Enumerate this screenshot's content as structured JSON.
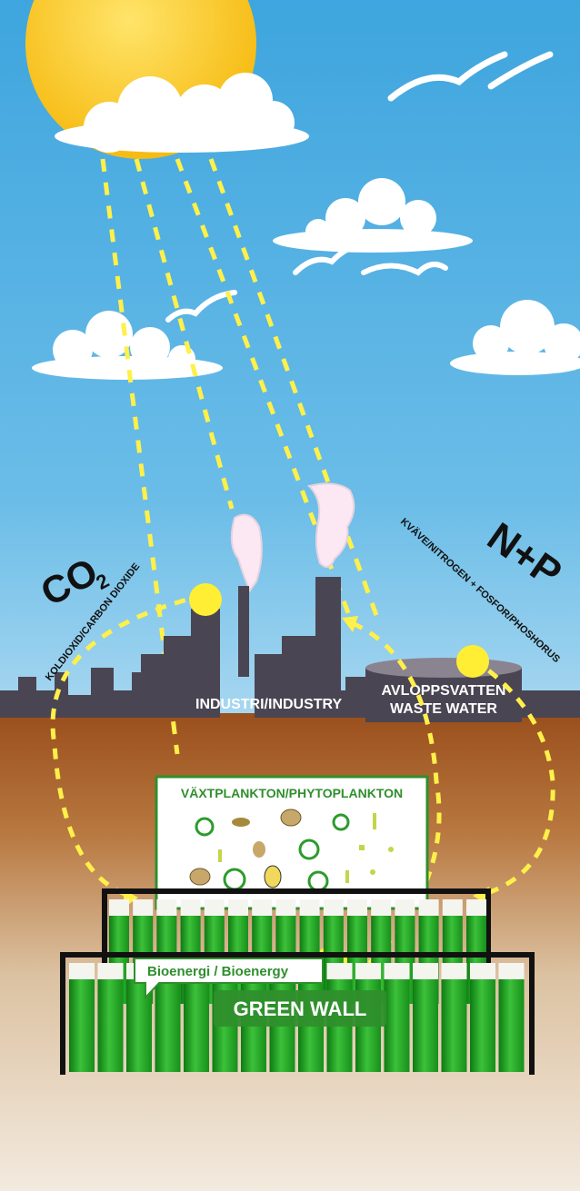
{
  "labels": {
    "co2_main": "CO",
    "co2_sub": "2",
    "co2_caption": "KOLDIOXID/CARBON DIOXIDE",
    "np_main": "N+P",
    "np_caption": "KVÄVE/NITROGEN + FOSFOR/PHOSHORUS",
    "industry": "INDUSTRI/INDUSTRY",
    "wastewater_line1": "AVLOPPSVATTEN",
    "wastewater_line2": "WASTE WATER",
    "phytoplankton": "VÄXTPLANKTON/PHYTOPLANKTON",
    "bioenergy": "Bioenergi / Bioenergy",
    "green_wall": "GREEN WALL"
  },
  "colors": {
    "sky_top": "#3ea5de",
    "sky_bottom": "#a8d7f0",
    "sun": "#f7c41b",
    "ground_top": "#a0521e",
    "ground_bottom": "#efe2d2",
    "city": "#4a4552",
    "arrow": "#fff04a",
    "dot": "#ffee33",
    "tube_green": "#22aa22",
    "label_green": "#2f8f2c"
  },
  "icons": [
    "sun-icon",
    "cloud-icon",
    "bird-icon",
    "smoke-icon",
    "plankton-icon"
  ]
}
